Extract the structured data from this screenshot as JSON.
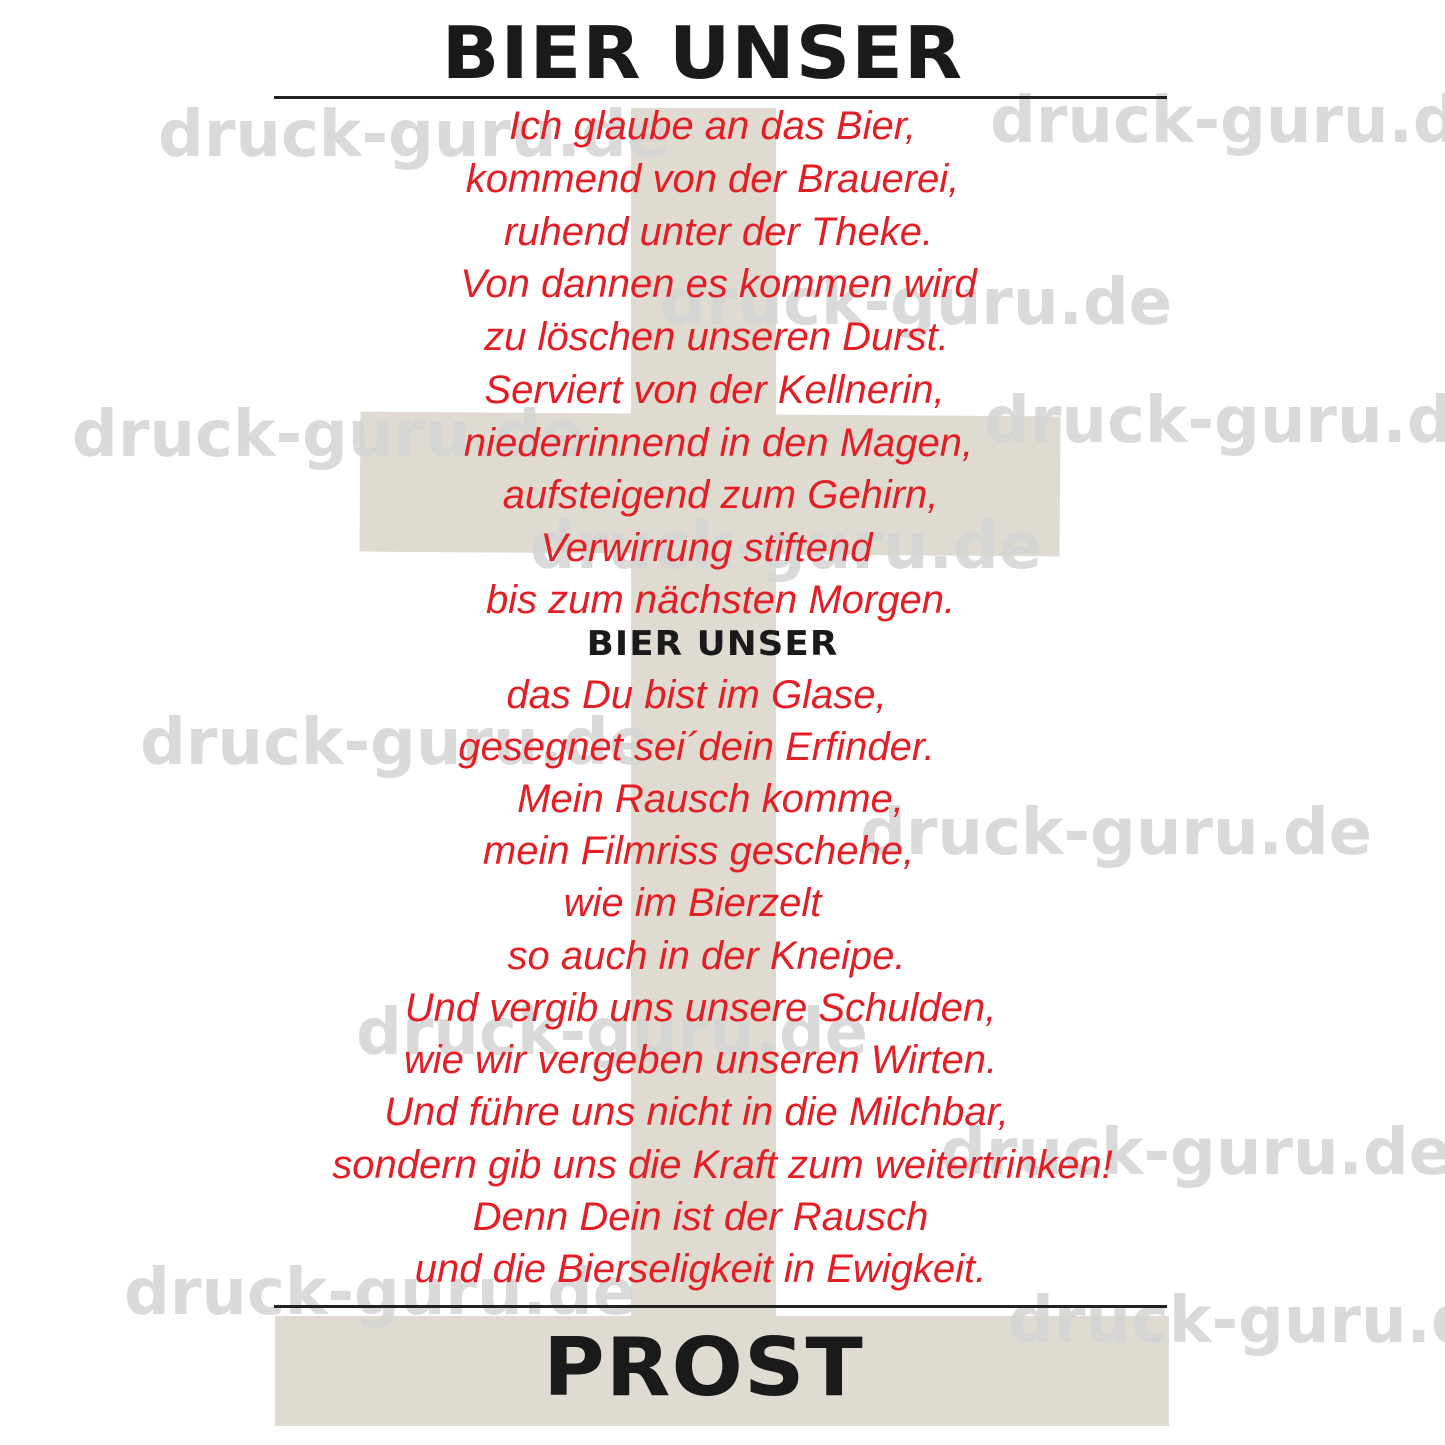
{
  "colors": {
    "text_red": "#e31e24",
    "title_black": "#1a1a1a",
    "cross_beige": "#e0dbd0",
    "watermark_gray": "#d4d4d4",
    "rule_black": "#222222",
    "background": "#ffffff"
  },
  "title_top": "BIER UNSER",
  "title_middle": "BIER UNSER",
  "title_bottom": "PROST",
  "verse_1": [
    "Ich glaube an das Bier,",
    "kommend von der Brauerei,",
    "ruhend unter der Theke.",
    "Von dannen es kommen wird",
    "zu löschen unseren Durst.",
    "Serviert von der Kellnerin,",
    "niederrinnend in den Magen,",
    "aufsteigend zum Gehirn,",
    "Verwirrung stiftend",
    "bis zum nächsten Morgen."
  ],
  "verse_2": [
    "das Du bist im Glase,",
    "gesegnet sei´dein Erfinder.",
    "Mein Rausch komme,",
    "mein Filmriss geschehe,",
    "wie im Bierzelt",
    "so auch in der Kneipe.",
    "Und vergib uns unsere Schulden,",
    "wie wir vergeben unseren Wirten.",
    "Und führe uns nicht in die Milchbar,",
    "sondern gib uns die Kraft zum weitertrinken!",
    "Denn Dein ist der Rausch",
    "und die Bierseligkeit in Ewigkeit."
  ],
  "watermark_text": "druck-guru.de"
}
